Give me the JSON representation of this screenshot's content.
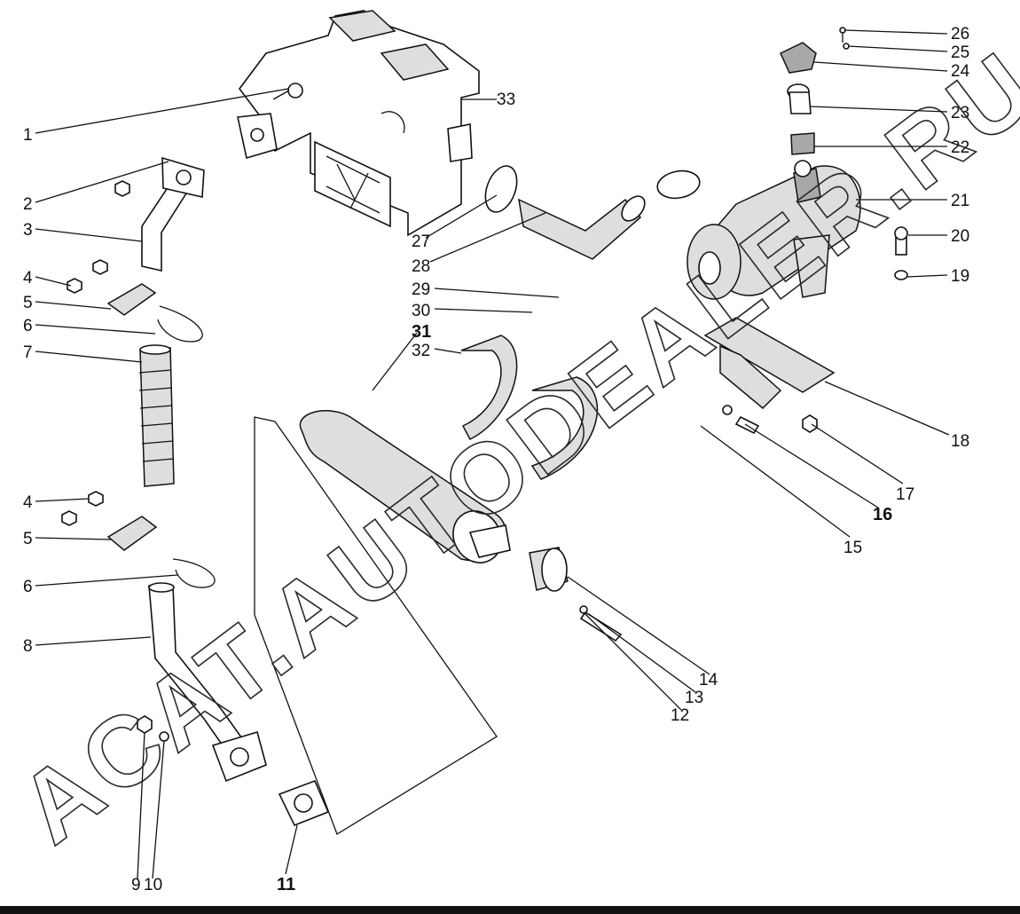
{
  "watermark": {
    "text": "ACAT.AUTODEALER.RU"
  },
  "callouts": [
    {
      "id": "1",
      "label": "1"
    },
    {
      "id": "2",
      "label": "2"
    },
    {
      "id": "3",
      "label": "3"
    },
    {
      "id": "4a",
      "label": "4"
    },
    {
      "id": "5a",
      "label": "5"
    },
    {
      "id": "6a",
      "label": "6"
    },
    {
      "id": "7",
      "label": "7"
    },
    {
      "id": "4b",
      "label": "4"
    },
    {
      "id": "5b",
      "label": "5"
    },
    {
      "id": "6b",
      "label": "6"
    },
    {
      "id": "8",
      "label": "8"
    },
    {
      "id": "9",
      "label": "9"
    },
    {
      "id": "10",
      "label": "10"
    },
    {
      "id": "11",
      "label": "11"
    },
    {
      "id": "12",
      "label": "12"
    },
    {
      "id": "13",
      "label": "13"
    },
    {
      "id": "14",
      "label": "14"
    },
    {
      "id": "15",
      "label": "15"
    },
    {
      "id": "16",
      "label": "16"
    },
    {
      "id": "17",
      "label": "17"
    },
    {
      "id": "18",
      "label": "18"
    },
    {
      "id": "19",
      "label": "19"
    },
    {
      "id": "20",
      "label": "20"
    },
    {
      "id": "21",
      "label": "21"
    },
    {
      "id": "22",
      "label": "22"
    },
    {
      "id": "23",
      "label": "23"
    },
    {
      "id": "24",
      "label": "24"
    },
    {
      "id": "25",
      "label": "25"
    },
    {
      "id": "26",
      "label": "26"
    },
    {
      "id": "27",
      "label": "27"
    },
    {
      "id": "28",
      "label": "28"
    },
    {
      "id": "29",
      "label": "29"
    },
    {
      "id": "30",
      "label": "30"
    },
    {
      "id": "31",
      "label": "31"
    },
    {
      "id": "32",
      "label": "32"
    },
    {
      "id": "33",
      "label": "33"
    }
  ]
}
